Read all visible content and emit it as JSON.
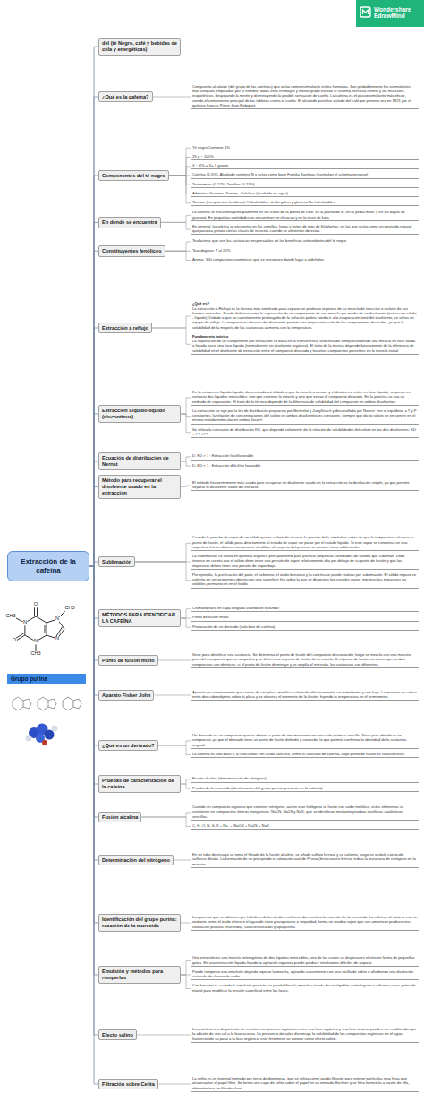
{
  "diagram": {
    "nodes": [
      {
        "text": [
          "Extracción de la cafeína"
        ]
      },
      {
        "text": [
          "Grupo purina"
        ]
      },
      {
        "text": [
          "del (té Negro, café y bebidas de cola y energéticas)"
        ]
      },
      {
        "text": [
          "¿Qué es la cafeína?"
        ]
      },
      {
        "text": [
          "Compuesto alcaloide (del grupo de las xantinas) que actúa como estimulante en los humanos. Son probablemente los estimulantes más antiguos empleados por el hombre, todos ellos en mayor y menor grado excitan el sistema nervioso central y los músculos esqueléticos, despejando la mente y disminuyendo la posible sensación de sueño. La cafeína es el psicoestimulante más eficaz, siendo el componente principal de las tabletas contra el sueño. El alcaloide puro fue aislado del café por primera vez en 1821 por el químico francés Pierre Jean Robiquet."
        ]
      },
      {
        "text": [
          "Componentes del té negro"
        ]
      },
      {
        "text": [
          "Té negro Contiene 4%"
        ]
      },
      {
        "text": [
          "25 g ~ 100%"
        ]
      },
      {
        "text": [
          "X ~ 4% = X= 1 gramo"
        ]
      },
      {
        "text": [
          "Cafeína (2-5%)- Alcaloide contiene N y actúa como base Familia Xantinas (estimulan el sistema nervioso)"
        ]
      },
      {
        "text": [
          "Teobromina (0.17%, Teofilina (0.13%)"
        ]
      },
      {
        "text": [
          "Adeteína, Guanina, Xantina, Celulosa (insoluble en agua)"
        ]
      },
      {
        "text": [
          "Taninos (compuestos fenólicos)- Hidrolizables: ácido gálico y glucosa No hidrolizables"
        ]
      },
      {
        "text": [
          "En donde se encuentra"
        ]
      },
      {
        "text": [
          "La cafeína se encuentra principalmente en los frutos de la planta de café, en la planta de té, en la yerba mate, y en las bayas de guaraná. En pequeñas cantidades se encuentran en el cacao y en la nuez de kola."
        ]
      },
      {
        "text": [
          "En general, la cafeína se encuentra en las semillas, hojas y frutos de más de 60 plantas, en las que actúa como un pesticida natural que paraliza y mata ciertas clases de insectos cuando se alimentan de estas."
        ]
      },
      {
        "text": [
          "Constituyentes fenólicos"
        ]
      },
      {
        "text": [
          "Teaflavinas que son las sustancias responsables de los beneficios antioxidantes del té negro"
        ]
      },
      {
        "text": [
          "Tearubiginas: 7 al 20%"
        ]
      },
      {
        "text": [
          "Aroma: 300 compuestos aromáticos que se envuelven dando lugar a aldehídos"
        ]
      },
      {
        "text": [
          "Extracción a reflujo"
        ]
      },
      {
        "text": [
          "¿Qué es?",
          "La extracción a Reflujo es la técnica más empleada para separar un producto orgánico de su mezcla de reacción o aislarlo de sus fuentes naturales. Puede definirse como la separación de un componente de una mezcla por medio de un disolvente (extracción sólido - líquido). Debido a que un calentamiento prolongado de la solución podría conducir a la evaporación total del disolvente, se utiliza un equipo de reflujo. La temperatura elevada del disolvente permite una mejor extracción de los componentes deseados, ya que la solubilidad de la mayoría de las sustancias aumenta con la temperatura."
        ]
      },
      {
        "text": [
          "Fundamento teórico",
          "La separación de un componente por extracción se basa en la transferencia selectiva del compuesto desde una mezcla en fase sólida o líquida hacia una fase líquida (normalmente un disolvente orgánico). El éxito de la técnica depende básicamente de la diferencia de solubilidad en el disolvente de extracción entre el compuesto deseado y los otros compuestos presentes en la mezcla inicial."
        ]
      },
      {
        "text": [
          "Extracción Liquido-liquido (discontinua)"
        ]
      },
      {
        "text": [
          "En la extracción líquido-líquido, denominada así debido a que la mezcla a extraer y el disolvente están en fase líquida, se ponen en contacto dos líquidos inmiscibles: uno que contiene la mezcla y otro que extrae el compuesto deseado. En la práctica se usa un embudo de separación. El éxito de la técnica depende de la diferencia de solubilidad del compuesto en ambos disolventes."
        ]
      },
      {
        "text": [
          "La extracción se rige por la ley de distribución propuesta por Berthelot y Jungfleisch y desarrollada por Nernst: «en el equilibrio, a T y P constantes, la relación de concentraciones del soluto en ambos disolventes es constante, siempre que dicho soluto se encuentre en el mismo estado molecular en ambas fases»."
        ]
      },
      {
        "text": [
          "Se utiliza la constante de distribución KD, que depende solamente de la relación de solubilidades del soluto en los dos disolventes: KD = C1 / C2"
        ]
      },
      {
        "text": [
          "Ecuación de distribución de Nernst"
        ]
      },
      {
        "text": [
          "D. KD > 1 : Extracción fácil/favorable"
        ]
      },
      {
        "text": [
          "D. KD < 1 : Extracción difícil/no favorable"
        ]
      },
      {
        "text": [
          "Método para recuperar el disolvente usado en la extracción"
        ]
      },
      {
        "text": [
          "El método frecuentemente más usado para recuperar un disolvente usado en la extracción es la destilación simple, ya que permite separar el disolvente volátil del extracto."
        ]
      },
      {
        "text": [
          "Sublimación"
        ]
      },
      {
        "text": [
          "Cuando la presión de vapor de un sólido que es calentado alcanza la presión de la atmósfera antes de que la temperatura alcance su punto de fusión, el sólido pasa directamente al estado de vapor sin pasar por el estado líquido. Si este vapor se condensa en una superficie fría se obtiene nuevamente el sólido; el conjunto del proceso se conoce como sublimación."
        ]
      },
      {
        "text": [
          "La sublimación se utiliza en química orgánica principalmente para purificar pequeñas cantidades de sólidos que subliman. Debe tenerse en cuenta que el sólido debe tener una presión de vapor relativamente alta por debajo de su punto de fusión y que las impurezas deben tener una presión de vapor baja."
        ]
      },
      {
        "text": [
          "Por ejemplo, la purificación del yodo, el naftaleno, el ácido benzoico y la cafeína se puede realizar por sublimación. El sólido impuro se calienta en un recipiente cubierto con una superficie fría sobre la que se depositan los cristales puros, mientras las impurezas no volátiles permanecen en el fondo."
        ]
      },
      {
        "text": [
          "MÉTODOS PARA IDENTIFICAR LA CAFEÍNA"
        ]
      },
      {
        "text": [
          "Cromatografía en capa delgada usando un estándar"
        ]
      },
      {
        "text": [
          "Punto de fusión mixto"
        ]
      },
      {
        "text": [
          "Preparación de un derivado (salicilato de cafeína)"
        ]
      },
      {
        "text": [
          "Punto de fusión mixto"
        ]
      },
      {
        "text": [
          "Sirve para identificar una sustancia. Se determina el punto de fusión del compuesto desconocido; luego se mezcla con una muestra pura del compuesto que se sospecha y se determina el punto de fusión de la mezcla. Si el punto de fusión no disminuye, ambos compuestos son idénticos; si el punto de fusión disminuye y se amplía el intervalo, las sustancias son diferentes."
        ]
      },
      {
        "text": [
          "Aparato Fisher John"
        ]
      },
      {
        "text": [
          "Aparato de calentamiento que consta de una placa metálica calentada eléctricamente, un termómetro y una lupa. La muestra se coloca entre dos cubreobjetos sobre la placa y se observa el momento de la fusión, leyendo la temperatura en el termómetro."
        ]
      },
      {
        "text": [
          "¿Qué es un derivado?"
        ]
      },
      {
        "text": [
          "Un derivado es un compuesto que se obtiene a partir de otro mediante una reacción química sencilla. Sirve para identificar un compuesto, ya que el derivado tiene un punto de fusión definido y conocido, lo que permite confirmar la identidad de la sustancia original."
        ]
      },
      {
        "text": [
          "La cafeína es una base y, al reaccionar con ácido salicílico, forma el salicilato de cafeína, cuyo punto de fusión es característico."
        ]
      },
      {
        "text": [
          "Pruebas de caracterización de la cafeína"
        ]
      },
      {
        "text": [
          "Fusión alcalina (determinación de nitrógeno)"
        ]
      },
      {
        "text": [
          "Prueba de la murexida (identificación del grupo purina, presente en la cafeína)"
        ]
      },
      {
        "text": [
          "Fusión alcalina"
        ]
      },
      {
        "text": [
          "Cuando un compuesto orgánico que contiene nitrógeno, azufre o un halógeno se funde con sodio metálico, estos elementos se convierten en compuestos iónicos inorgánicos: NaCN, Na2S y NaX, que se identifican mediante pruebas analíticas cualitativas sencillas."
        ]
      },
      {
        "text": [
          "C, H, O, N, S, X + Na → NaCN + Na2S + NaX"
        ]
      },
      {
        "text": [
          "Determinación del nitrógeno"
        ]
      },
      {
        "text": [
          "En un tubo de ensayo se toma el filtrado de la fusión alcalina, se añade sulfato ferroso y se calienta; luego se acidula con ácido sulfúrico diluido. La formación de un precipitado o coloración azul de Prusia (ferrocianuro férrico) indica la presencia de nitrógeno en la muestra."
        ]
      },
      {
        "text": [
          "Identificación del grupo purina: reacción de la murexida"
        ]
      },
      {
        "text": [
          "Las purinas que se obtienen por hidrólisis de los ácidos nucleicos dan positiva la reacción de la murexida. La cafeína, al tratarse con un oxidante como el ácido nítrico o el agua de cloro y evaporarse a sequedad, forma un residuo rojizo que con amoníaco produce una coloración púrpura (murexida), característica del grupo purina."
        ]
      },
      {
        "text": [
          "Emulsión y métodos para romperlas"
        ]
      },
      {
        "text": [
          "Una emulsión es una mezcla heterogénea de dos líquidos inmiscibles, uno de los cuales se dispersa en el otro en forma de pequeñas gotas. En una extracción líquido-líquido la agitación vigorosa puede producir emulsiones difíciles de separar."
        ]
      },
      {
        "text": [
          "Puede romperse una emulsión dejando reposar la mezcla, agitando suavemente con una varilla de vidrio o añadiendo una disolución saturada de cloruro de sodio."
        ]
      },
      {
        "text": [
          "Con frecuencia, cuando la emulsión persiste, se puede filtrar la mezcla a través de un algodón, centrifugarla o adicionar unas gotas de etanol para modificar la tensión superficial entre las fases."
        ]
      },
      {
        "text": [
          "Efecto salino"
        ]
      },
      {
        "text": [
          "Los coeficientes de partición de muchos compuestos orgánicos entre una fase orgánica y una fase acuosa pueden ser modificados por la adición de una sal a la fase acuosa. La presencia de sales disminuye la solubilidad de los compuestos orgánicos en el agua, favoreciendo su paso a la fase orgánica; este fenómeno se conoce como efecto salino."
        ]
      },
      {
        "text": [
          "Filtración sobre Celita"
        ]
      },
      {
        "text": [
          "La celita es un material formado por tierra de diatomeas, que se utiliza como ayuda filtrante para retener partículas muy finas que atravesarían el papel filtro. Se forma una capa de celita sobre el papel en un embudo Büchner y se filtra la mezcla a través de ella, obteniéndose un filtrado claro."
        ]
      }
    ],
    "edges": [
      {
        "from": 0,
        "to": 2,
        "arrow": "none"
      },
      {
        "from": 0,
        "to": 3,
        "arrow": "none"
      },
      {
        "from": 0,
        "to": 5,
        "arrow": "none"
      },
      {
        "from": 0,
        "to": 13,
        "arrow": "none"
      },
      {
        "from": 0,
        "to": 16,
        "arrow": "none"
      },
      {
        "from": 0,
        "to": 20,
        "arrow": "none"
      },
      {
        "from": 0,
        "to": 23,
        "arrow": "none"
      },
      {
        "from": 0,
        "to": 27,
        "arrow": "none"
      },
      {
        "from": 0,
        "to": 30,
        "arrow": "none"
      },
      {
        "from": 0,
        "to": 32,
        "arrow": "none"
      },
      {
        "from": 0,
        "to": 36,
        "arrow": "none"
      },
      {
        "from": 0,
        "to": 40,
        "arrow": "none"
      },
      {
        "from": 0,
        "to": 42,
        "arrow": "none"
      },
      {
        "from": 0,
        "to": 44,
        "arrow": "none"
      },
      {
        "from": 0,
        "to": 47,
        "arrow": "none"
      },
      {
        "from": 0,
        "to": 50,
        "arrow": "none"
      },
      {
        "from": 0,
        "to": 53,
        "arrow": "none"
      },
      {
        "from": 0,
        "to": 55,
        "arrow": "none"
      },
      {
        "from": 0,
        "to": 57,
        "arrow": "none"
      },
      {
        "from": 0,
        "to": 61,
        "arrow": "none"
      },
      {
        "from": 0,
        "to": 63,
        "arrow": "none"
      },
      {
        "from": 3,
        "to": 4,
        "arrow": "none"
      },
      {
        "from": 5,
        "to": 6,
        "arrow": "none"
      },
      {
        "from": 5,
        "to": 7,
        "arrow": "none"
      },
      {
        "from": 5,
        "to": 8,
        "arrow": "none"
      },
      {
        "from": 5,
        "to": 9,
        "arrow": "none"
      },
      {
        "from": 5,
        "to": 10,
        "arrow": "none"
      },
      {
        "from": 5,
        "to": 11,
        "arrow": "none"
      },
      {
        "from": 5,
        "to": 12,
        "arrow": "none"
      },
      {
        "from": 13,
        "to": 14,
        "arrow": "none"
      },
      {
        "from": 13,
        "to": 15,
        "arrow": "none"
      },
      {
        "from": 16,
        "to": 17,
        "arrow": "none"
      },
      {
        "from": 16,
        "to": 18,
        "arrow": "none"
      },
      {
        "from": 16,
        "to": 19,
        "arrow": "none"
      },
      {
        "from": 20,
        "to": 21,
        "arrow": "none"
      },
      {
        "from": 20,
        "to": 22,
        "arrow": "none"
      },
      {
        "from": 23,
        "to": 24,
        "arrow": "none"
      },
      {
        "from": 23,
        "to": 25,
        "arrow": "none"
      },
      {
        "from": 23,
        "to": 26,
        "arrow": "none"
      },
      {
        "from": 27,
        "to": 28,
        "arrow": "none"
      },
      {
        "from": 27,
        "to": 29,
        "arrow": "none"
      },
      {
        "from": 30,
        "to": 31,
        "arrow": "none"
      },
      {
        "from": 32,
        "to": 33,
        "arrow": "none"
      },
      {
        "from": 32,
        "to": 34,
        "arrow": "none"
      },
      {
        "from": 32,
        "to": 35,
        "arrow": "none"
      },
      {
        "from": 36,
        "to": 37,
        "arrow": "none"
      },
      {
        "from": 36,
        "to": 38,
        "arrow": "none"
      },
      {
        "from": 36,
        "to": 39,
        "arrow": "none"
      },
      {
        "from": 40,
        "to": 41,
        "arrow": "none"
      },
      {
        "from": 42,
        "to": 43,
        "arrow": "none"
      },
      {
        "from": 44,
        "to": 45,
        "arrow": "none"
      },
      {
        "from": 44,
        "to": 46,
        "arrow": "none"
      },
      {
        "from": 47,
        "to": 48,
        "arrow": "none"
      },
      {
        "from": 47,
        "to": 49,
        "arrow": "none"
      },
      {
        "from": 50,
        "to": 51,
        "arrow": "none"
      },
      {
        "from": 50,
        "to": 52,
        "arrow": "none"
      },
      {
        "from": 53,
        "to": 54,
        "arrow": "none"
      },
      {
        "from": 55,
        "to": 56,
        "arrow": "none"
      },
      {
        "from": 57,
        "to": 58,
        "arrow": "none"
      },
      {
        "from": 57,
        "to": 59,
        "arrow": "none"
      },
      {
        "from": 57,
        "to": 60,
        "arrow": "none"
      },
      {
        "from": 61,
        "to": 62,
        "arrow": "none"
      },
      {
        "from": 63,
        "to": 64,
        "arrow": "none"
      }
    ],
    "labels": [
      "Wondershare EdrawMind",
      "O",
      "N",
      "CH3",
      "O",
      "N",
      "CH3",
      "N",
      "CH3",
      "N"
    ]
  }
}
